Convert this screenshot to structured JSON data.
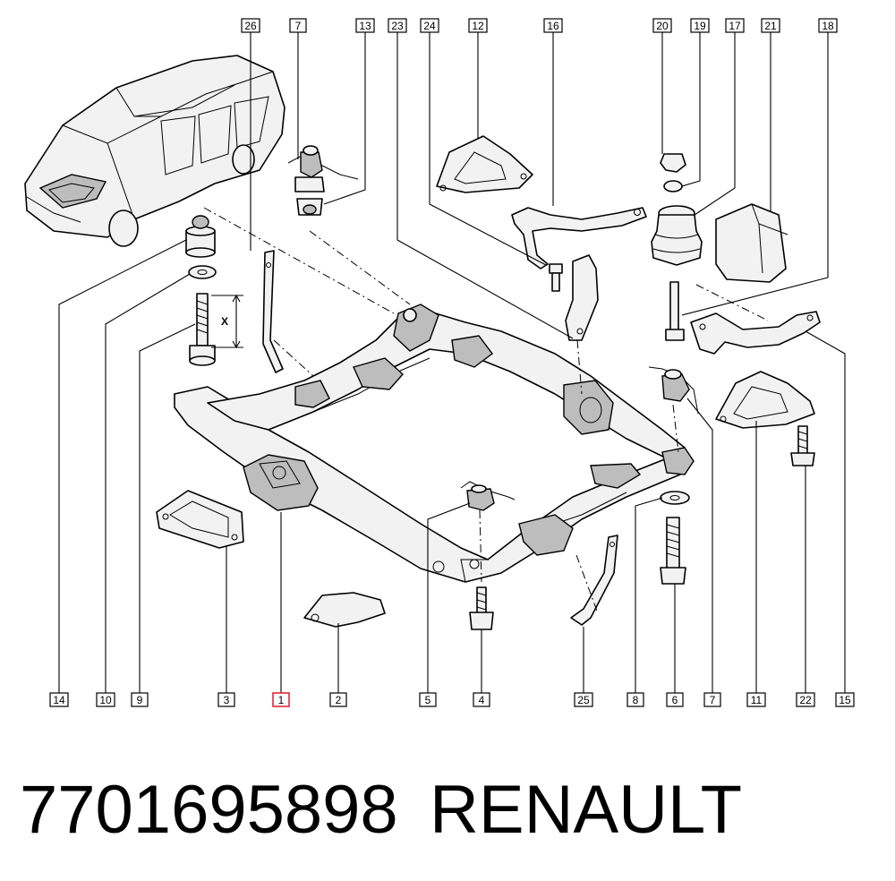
{
  "caption": {
    "part_number": "7701695898",
    "brand": "RENAULT"
  },
  "highlighted_callout": "1",
  "dimension_label": "X",
  "callouts_top": [
    "26",
    "7",
    "13",
    "23",
    "24",
    "12",
    "16",
    "20",
    "19",
    "17",
    "21",
    "18"
  ],
  "callouts_bottom": [
    "14",
    "10",
    "9",
    "3",
    "1",
    "2",
    "5",
    "4",
    "25",
    "8",
    "6",
    "7",
    "11",
    "22",
    "15"
  ],
  "colors": {
    "line": "#000000",
    "highlight_box": "#e0283a",
    "background": "#ffffff"
  }
}
